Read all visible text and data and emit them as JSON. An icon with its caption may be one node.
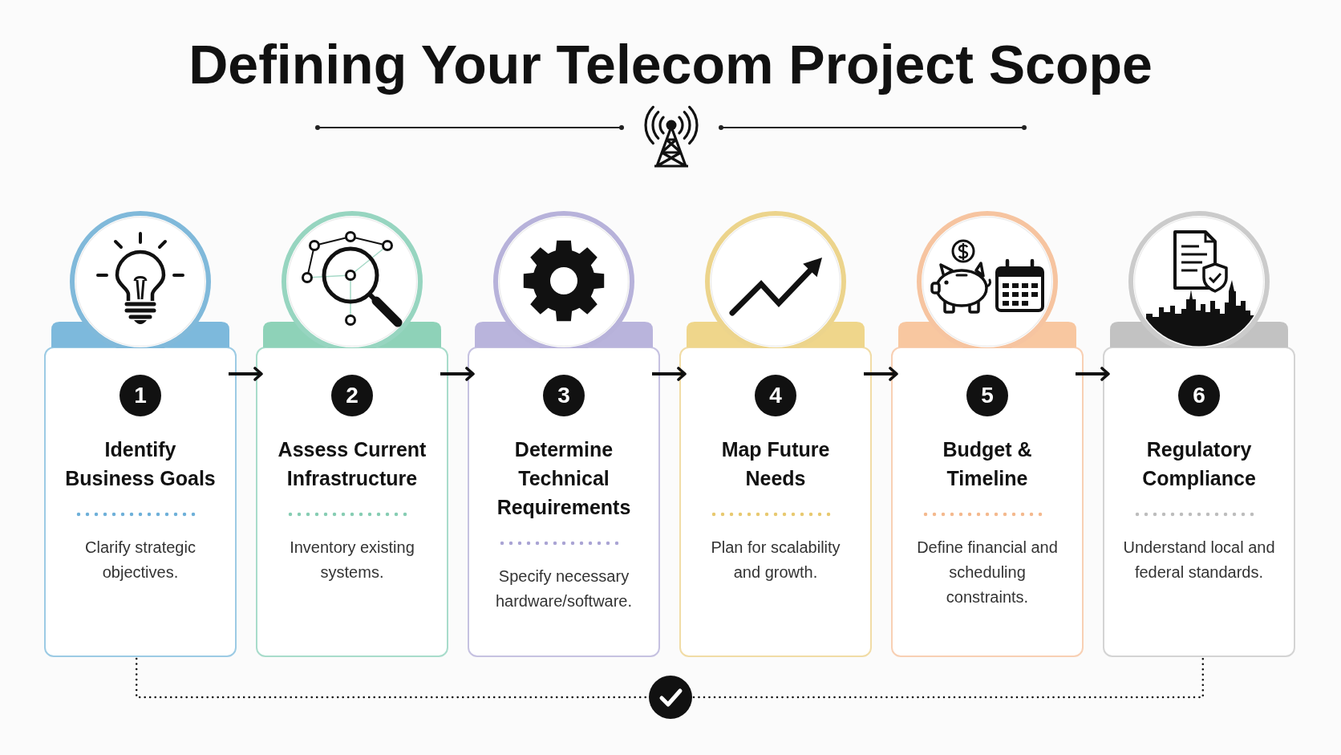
{
  "diagram": {
    "title": "Defining Your Telecom Project Scope",
    "nodes": [
      {
        "text": [
          "Identify Business Goals",
          "Clarify strategic objectives."
        ]
      },
      {
        "text": [
          "1"
        ],
        "in": 0
      },
      {
        "text": [
          "Assess Current Infrastructure",
          "Inventory existing systems."
        ]
      },
      {
        "text": [
          "2"
        ],
        "in": 2
      },
      {
        "text": [
          "Determine Technical Requirements",
          "Specify necessary hardware/software."
        ]
      },
      {
        "text": [
          "3"
        ],
        "in": 4
      },
      {
        "text": [
          "Map Future Needs",
          "Plan for scalability and growth."
        ]
      },
      {
        "text": [
          "4"
        ],
        "in": 6
      },
      {
        "text": [
          "Budget & Timeline",
          "Define financial and scheduling constraints."
        ]
      },
      {
        "text": [
          "5"
        ],
        "in": 8
      },
      {
        "text": [
          "Regulatory Compliance",
          "Understand local and federal standards."
        ]
      },
      {
        "text": [
          "6"
        ],
        "in": 10
      },
      {
        "text": [],
        "shape": "circle"
      }
    ],
    "edges": [
      {
        "from": 0,
        "to": 2,
        "arrow": "to"
      },
      {
        "from": 2,
        "to": 4,
        "arrow": "to"
      },
      {
        "from": 4,
        "to": 6,
        "arrow": "to"
      },
      {
        "from": 6,
        "to": 8,
        "arrow": "to"
      },
      {
        "from": 8,
        "to": 10,
        "arrow": "to"
      },
      {
        "from": 0,
        "to": 12,
        "arrow": "none",
        "style": "dashed"
      },
      {
        "from": 12,
        "to": 10,
        "arrow": "none",
        "style": "dashed"
      }
    ]
  }
}
